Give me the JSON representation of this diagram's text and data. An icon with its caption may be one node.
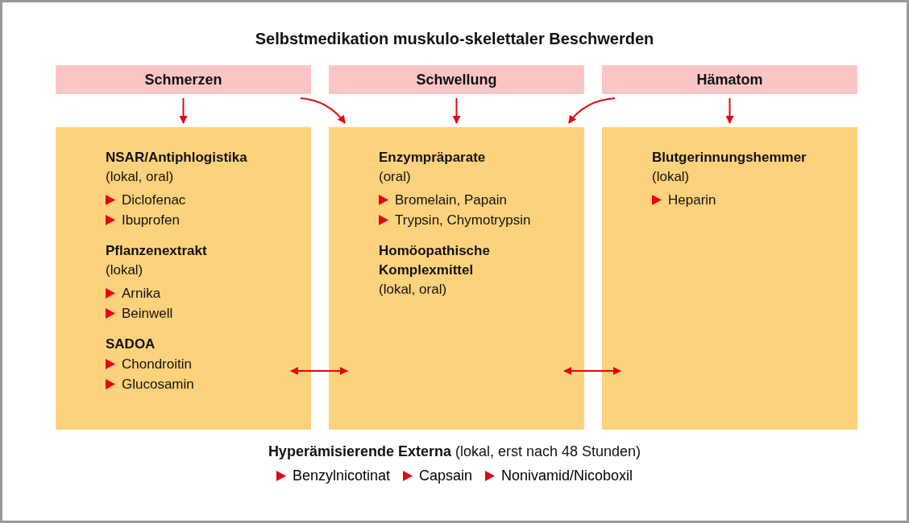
{
  "diagram": {
    "title": "Selbstmedikation muskulo-skelettaler Beschwerden",
    "nodes": [
      {
        "text": [
          "Schmerzen"
        ]
      },
      {
        "text": [
          "Schwellung"
        ]
      },
      {
        "text": [
          "Hämatom"
        ]
      },
      {
        "text": [
          "NSAR/Antiphlogistika",
          "(lokal, oral)",
          "Diclofenac",
          "Ibuprofen",
          "Pflanzenextrakt",
          "(lokal)",
          "Arnika",
          "Beinwell",
          "SADOA",
          "Chondroitin",
          "Glucosamin"
        ]
      },
      {
        "text": [
          "Enzympräparate",
          "(oral)",
          "Bromelain, Papain",
          "Trypsin, Chymotrypsin",
          "Homöopathische Komplexmittel",
          "(lokal, oral)"
        ]
      },
      {
        "text": [
          "Blutgerinnungshemmer",
          "(lokal)",
          "Heparin"
        ]
      }
    ],
    "edges": [
      {
        "from": 0,
        "to": 3,
        "arrow": "to"
      },
      {
        "from": 0,
        "to": 4,
        "arrow": "to"
      },
      {
        "from": 1,
        "to": 4,
        "arrow": "to"
      },
      {
        "from": 2,
        "to": 4,
        "arrow": "to"
      },
      {
        "from": 2,
        "to": 5,
        "arrow": "to"
      },
      {
        "from": 3,
        "to": 4,
        "arrow": "both"
      },
      {
        "from": 4,
        "to": 5,
        "arrow": "both"
      }
    ],
    "labels": [
      "**Hyperämisierende Externa** (lokal, erst nach 48 Stunden)",
      "Benzylnicotinat",
      "Capsain",
      "Nonivamid/Nicoboxil"
    ]
  }
}
